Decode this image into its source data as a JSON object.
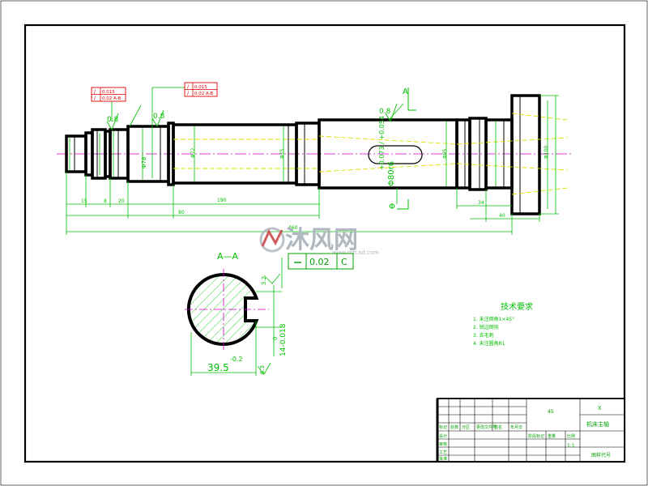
{
  "colors": {
    "outline": "#000000",
    "dimension": "#00c000",
    "centerline": "#d000d0",
    "hidden": "#e0e000",
    "annotation": "#e00000",
    "tolerance_box": "#00a000",
    "watermark": "#b0b8c0"
  },
  "tolerance_frames": [
    {
      "line1": "0.015",
      "line2": "0.02 A-B"
    },
    {
      "line1": "0.015",
      "line2": "0.02 A-B"
    }
  ],
  "section_marker": {
    "letter": "A"
  },
  "section_view": {
    "title": "A—A",
    "flatness_value": "0.02",
    "datum": "C",
    "diameter_dim": "39.5",
    "diameter_tol": "-0.2",
    "keyway_width": "14-0.018",
    "keyway_width_top": "0",
    "roughness_side": "3.2",
    "roughness_bottom": "6.3"
  },
  "shaft_dims": {
    "roughness_top_left": "0.8",
    "roughness_top_mid": "0.8",
    "roughness_top_right": "0.8",
    "fit_main": "Φ80r6",
    "fit_main_tol": "+0.073 / +0.054",
    "diameter_72": "Φ72",
    "diameter_78": "Φ78"
  },
  "tech_requirements": {
    "title": "技术要求",
    "items": [
      "1. 未注倒角1×45°",
      "2. 锐边倒钝",
      "3. 去毛刺",
      "4. 未注圆角R1"
    ]
  },
  "title_block": {
    "company": "X",
    "drawing_name": "机床主轴",
    "scale": "1:1",
    "material": "45",
    "code": "图样代号",
    "headers": [
      "标记",
      "处数",
      "分区",
      "更改文件号",
      "签名",
      "年月日"
    ],
    "roles": [
      "设计",
      "审核",
      "工艺",
      "批准"
    ],
    "stage_labels": [
      "阶段标记",
      "重量",
      "比例"
    ]
  },
  "watermark": {
    "brand": "沐风网",
    "url": "www.mfcad.com"
  }
}
